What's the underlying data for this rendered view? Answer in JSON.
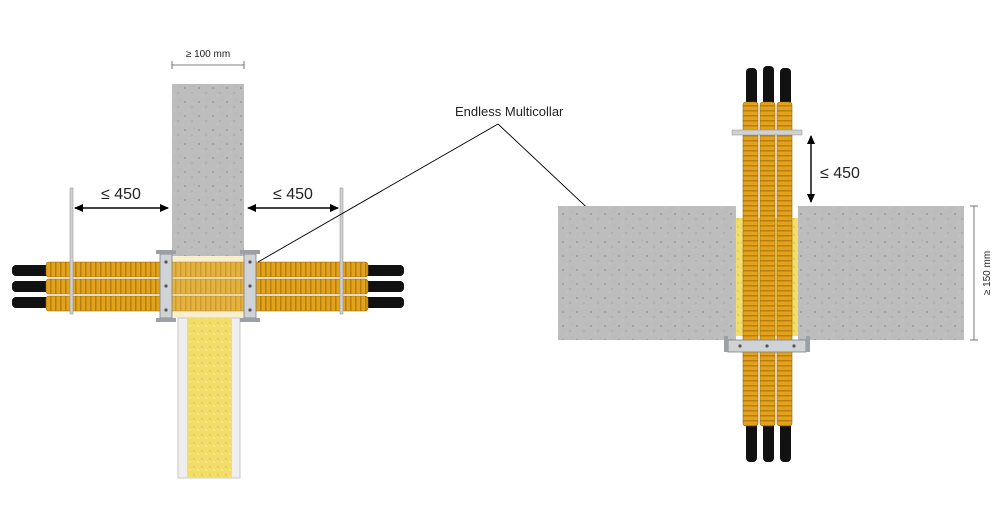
{
  "labels": {
    "wall_width": "≥ 100 mm",
    "spacing_left": "≤ 450",
    "spacing_right": "≤ 450",
    "product_name": "Endless Multicollar",
    "spacing_vertical": "≤ 450",
    "slab_thickness": "≥ 150 mm"
  },
  "colors": {
    "concrete": "#bdbdbd",
    "cable_sheath": "#e2a21c",
    "cable_core": "#111111",
    "mineral_wool": "#f2dc6a",
    "collar_steel": "#cfd3d6"
  }
}
